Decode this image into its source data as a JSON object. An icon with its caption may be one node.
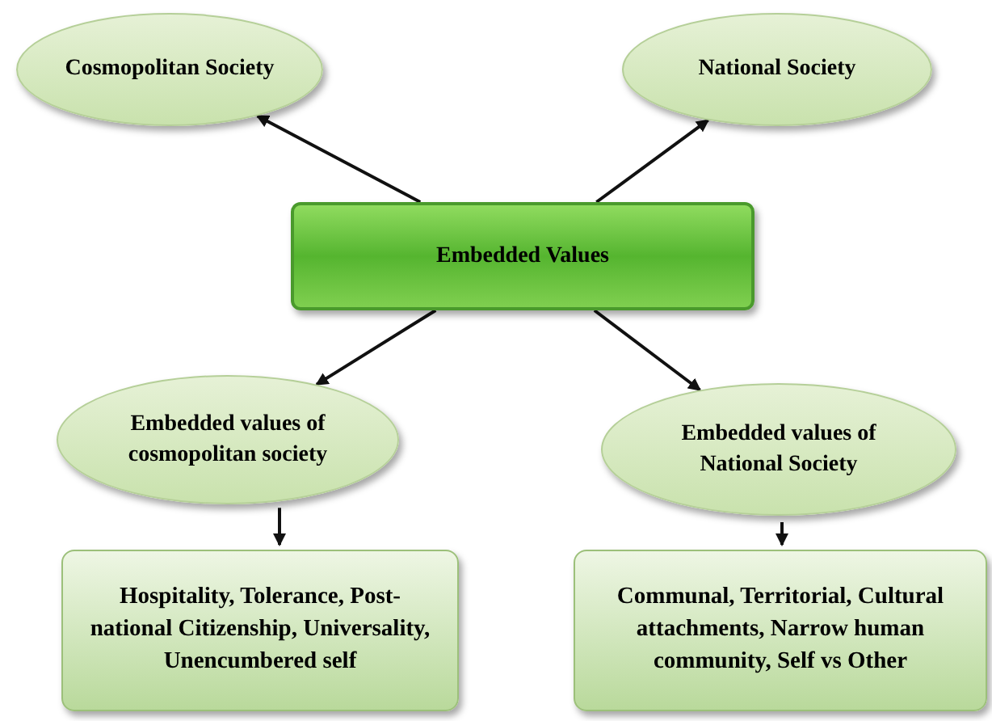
{
  "diagram": {
    "nodes": [
      {
        "text": [
          "Cosmopolitan Society"
        ]
      },
      {
        "text": [
          "National Society"
        ]
      },
      {
        "text": [
          "Embedded Values"
        ]
      },
      {
        "text": [
          "Embedded values of cosmopolitan society"
        ]
      },
      {
        "text": [
          "Embedded values of National Society"
        ]
      },
      {
        "text": [
          "Hospitality, Tolerance, Post-national Citizenship, Universality, Unencumbered self"
        ]
      },
      {
        "text": [
          "Communal, Territorial, Cultural attachments, Narrow human community, Self vs Other"
        ]
      }
    ],
    "edges": [
      {
        "from": 2,
        "to": 0,
        "arrow": "to"
      },
      {
        "from": 2,
        "to": 1,
        "arrow": "to"
      },
      {
        "from": 2,
        "to": 3,
        "arrow": "to"
      },
      {
        "from": 2,
        "to": 4,
        "arrow": "to"
      },
      {
        "from": 3,
        "to": 5,
        "arrow": "to"
      },
      {
        "from": 4,
        "to": 6,
        "arrow": "to"
      }
    ]
  }
}
